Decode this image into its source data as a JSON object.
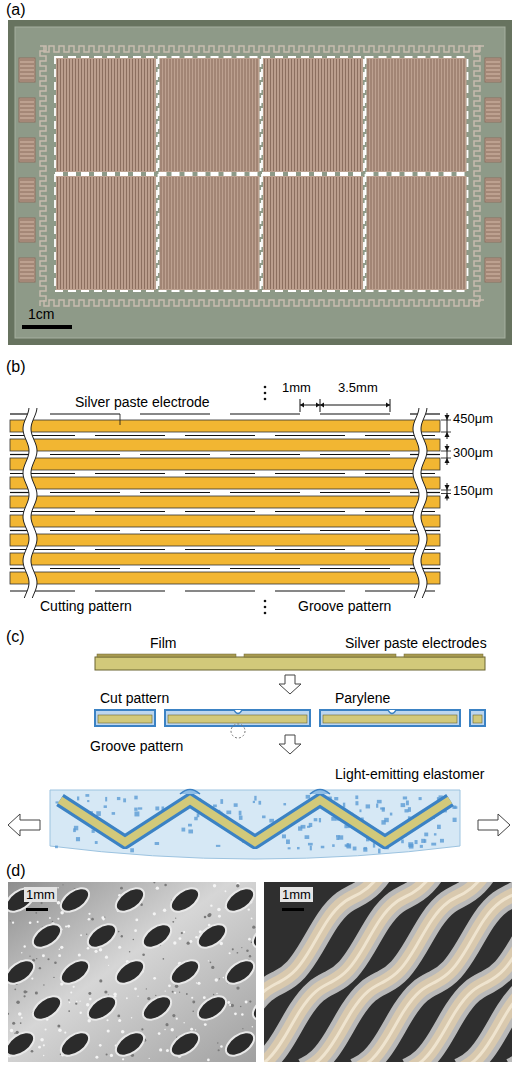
{
  "diagram": {
    "labels": [
      "(a)",
      "1cm",
      "(b)",
      "Silver paste electrode",
      "1mm",
      "3.5mm",
      "450μm",
      "300μm",
      "150μm",
      "Cutting pattern",
      "Groove pattern",
      "(c)",
      "Film",
      "Silver paste electrodes",
      "Cut pattern",
      "Parylene",
      "Groove pattern",
      "Light-emitting elastomer",
      "(d)",
      "1mm",
      "1mm"
    ]
  }
}
